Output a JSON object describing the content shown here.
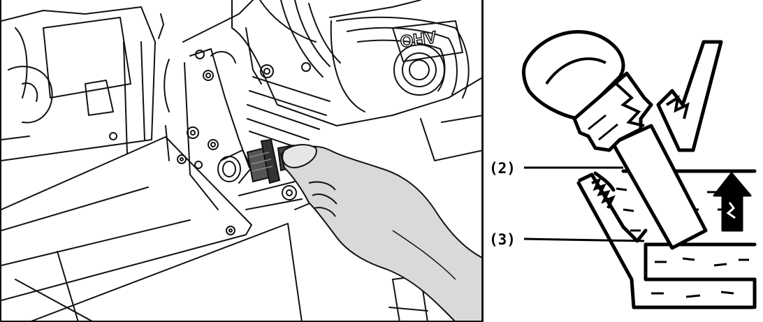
{
  "left_figure": {
    "engine_cover_text": "OHV"
  },
  "right_figure": {
    "label_level_upper": "(2)",
    "label_level_lower": "(3)"
  },
  "colors": {
    "line": "#111111",
    "hand_fill": "#d9d9d9",
    "plug_fill": "#555555",
    "oil_dash": "#000000"
  },
  "icons": [
    "check-mark-icon",
    "up-arrow-icon"
  ]
}
